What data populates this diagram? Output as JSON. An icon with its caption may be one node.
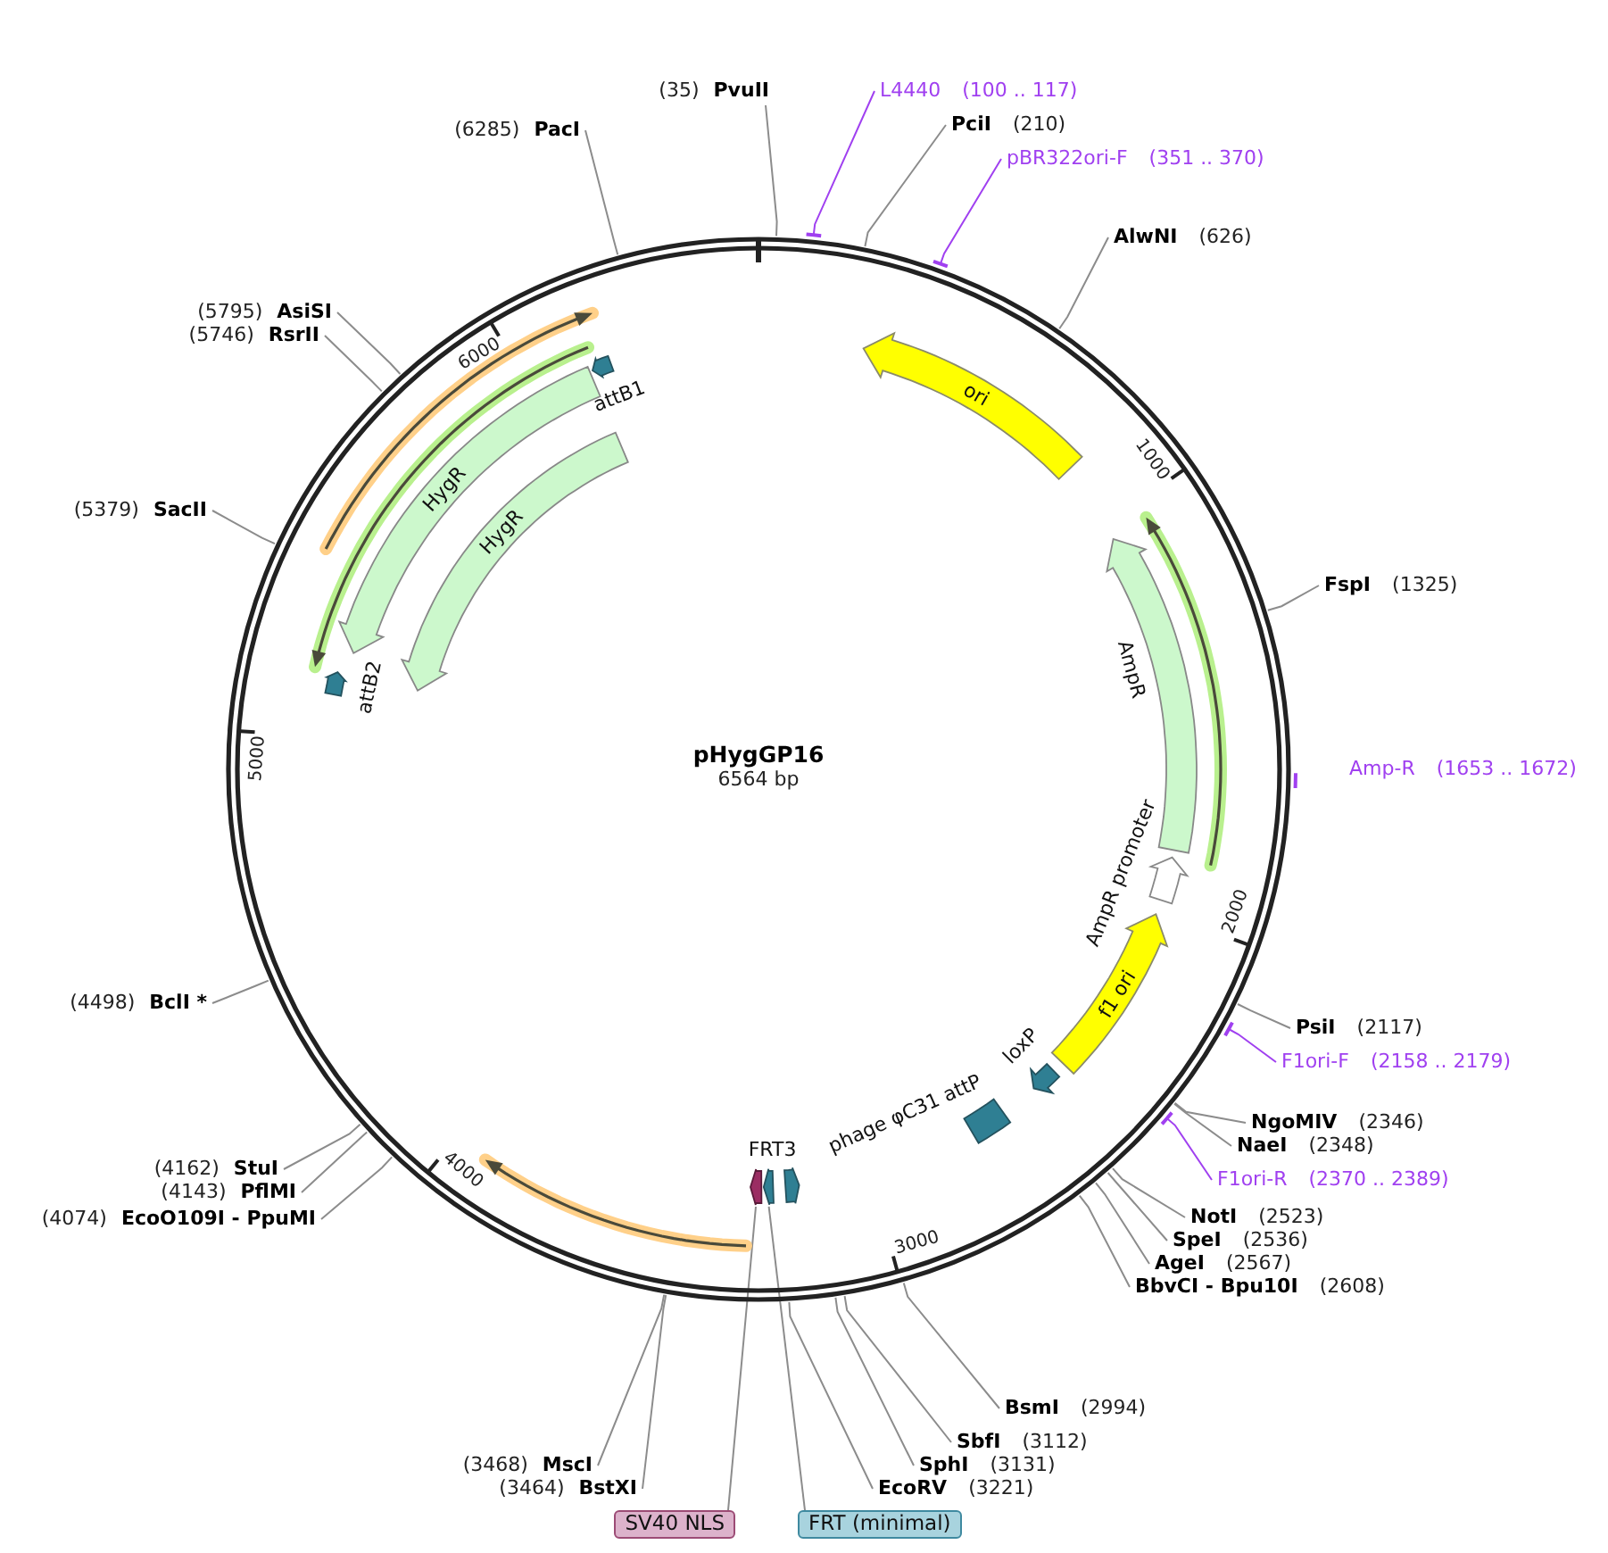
{
  "diagram": {
    "title": "pHygGP16",
    "nodes": [
      {
        "text": [
          "ori"
        ]
      },
      {
        "text": [
          "AmpR"
        ]
      },
      {
        "text": [
          "AmpR promoter"
        ]
      },
      {
        "text": [
          "f1 ori"
        ]
      },
      {
        "text": [
          "loxP"
        ]
      },
      {
        "text": [
          "phage φC31 attP"
        ]
      },
      {
        "text": [
          "FRT3"
        ]
      },
      {
        "text": [],
        "shape": "arrow"
      },
      {
        "text": [],
        "shape": "arrow"
      },
      {
        "text": [
          "HygR"
        ]
      },
      {
        "text": [
          "HygR"
        ]
      },
      {
        "text": [
          "attB1"
        ]
      },
      {
        "text": [
          "attB2"
        ]
      },
      {
        "text": [
          "(35)",
          "PvuII"
        ]
      },
      {
        "text": [
          "L4440",
          "(100 .. 117)"
        ]
      },
      {
        "text": [
          "(6285)",
          "PacI"
        ]
      },
      {
        "text": [
          "PciI",
          "(210)"
        ]
      },
      {
        "text": [
          "pBR322ori-F",
          "(351 .. 370)"
        ]
      },
      {
        "text": [
          "AlwNI",
          "(626)"
        ]
      },
      {
        "text": [
          "(5795)",
          "AsiSI"
        ]
      },
      {
        "text": [
          "(5746)",
          "RsrII"
        ]
      },
      {
        "text": [
          "(5379)",
          "SacII"
        ]
      },
      {
        "text": [
          "FspI",
          "(1325)"
        ]
      },
      {
        "text": [
          "Amp-R",
          "(1653 .. 1672)"
        ]
      },
      {
        "text": [
          "(4498)",
          "BclI *"
        ]
      },
      {
        "text": [
          "PsiI",
          "(2117)"
        ]
      },
      {
        "text": [
          "F1ori-F",
          "(2158 .. 2179)"
        ]
      },
      {
        "text": [
          "NgoMIV",
          "(2346)"
        ]
      },
      {
        "text": [
          "NaeI",
          "(2348)"
        ]
      },
      {
        "text": [
          "(4162)",
          "StuI"
        ]
      },
      {
        "text": [
          "(4143)",
          "PflMI"
        ]
      },
      {
        "text": [
          "F1ori-R",
          "(2370 .. 2389)"
        ]
      },
      {
        "text": [
          "(4074)",
          "EcoO109I - PpuMI"
        ]
      },
      {
        "text": [
          "NotI",
          "(2523)"
        ]
      },
      {
        "text": [
          "SpeI",
          "(2536)"
        ]
      },
      {
        "text": [
          "AgeI",
          "(2567)"
        ]
      },
      {
        "text": [
          "BbvCI - Bpu10I",
          "(2608)"
        ]
      },
      {
        "text": [
          "BsmI",
          "(2994)"
        ]
      },
      {
        "text": [
          "SbfI",
          "(3112)"
        ]
      },
      {
        "text": [
          "SphI",
          "(3131)"
        ]
      },
      {
        "text": [
          "(3468)",
          "MscI"
        ]
      },
      {
        "text": [
          "EcoRV",
          "(3221)"
        ]
      },
      {
        "text": [
          "(3464)",
          "BstXI"
        ]
      },
      {
        "text": [
          "SV40 NLS"
        ]
      },
      {
        "text": [
          "FRT (minimal)"
        ]
      }
    ],
    "edges": [
      {
        "from": 13,
        "to": null,
        "arrow": "none"
      },
      {
        "from": 14,
        "to": null,
        "arrow": "none",
        "color": "#a040f0"
      },
      {
        "from": 15,
        "to": null,
        "arrow": "none"
      },
      {
        "from": 16,
        "to": null,
        "arrow": "none"
      },
      {
        "from": 17,
        "to": null,
        "arrow": "none",
        "color": "#a040f0"
      },
      {
        "from": 18,
        "to": null,
        "arrow": "none"
      },
      {
        "from": 19,
        "to": null,
        "arrow": "none"
      },
      {
        "from": 20,
        "to": null,
        "arrow": "none"
      },
      {
        "from": 21,
        "to": null,
        "arrow": "none"
      },
      {
        "from": 22,
        "to": null,
        "arrow": "none"
      },
      {
        "from": 24,
        "to": null,
        "arrow": "none"
      },
      {
        "from": 25,
        "to": null,
        "arrow": "none"
      },
      {
        "from": 26,
        "to": null,
        "arrow": "none",
        "color": "#a040f0"
      },
      {
        "from": 27,
        "to": null,
        "arrow": "none"
      },
      {
        "from": 28,
        "to": null,
        "arrow": "none"
      },
      {
        "from": 29,
        "to": null,
        "arrow": "none"
      },
      {
        "from": 30,
        "to": null,
        "arrow": "none"
      },
      {
        "from": 31,
        "to": null,
        "arrow": "none",
        "color": "#a040f0"
      },
      {
        "from": 32,
        "to": null,
        "arrow": "none"
      },
      {
        "from": 33,
        "to": null,
        "arrow": "none"
      },
      {
        "from": 34,
        "to": null,
        "arrow": "none"
      },
      {
        "from": 35,
        "to": null,
        "arrow": "none"
      },
      {
        "from": 36,
        "to": null,
        "arrow": "none"
      },
      {
        "from": 37,
        "to": null,
        "arrow": "none"
      },
      {
        "from": 38,
        "to": null,
        "arrow": "none"
      },
      {
        "from": 39,
        "to": null,
        "arrow": "none"
      },
      {
        "from": 40,
        "to": null,
        "arrow": "none"
      },
      {
        "from": 41,
        "to": null,
        "arrow": "none"
      },
      {
        "from": 42,
        "to": null,
        "arrow": "none"
      },
      {
        "from": 43,
        "to": 7,
        "arrow": "none"
      },
      {
        "from": 44,
        "to": 8,
        "arrow": "none"
      }
    ],
    "labels": [
      "6564 bp",
      "1000",
      "2000",
      "3000",
      "4000",
      "5000",
      "6000"
    ]
  }
}
